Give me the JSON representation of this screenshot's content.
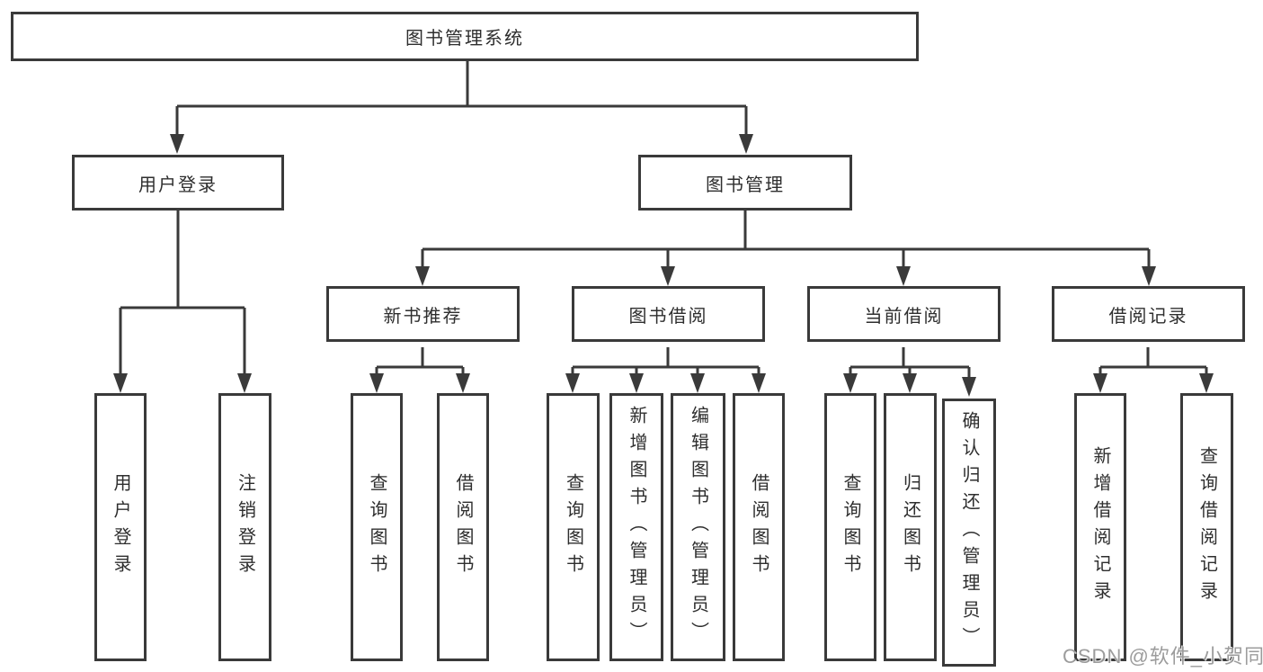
{
  "diagram": {
    "root": "图书管理系统",
    "level2": {
      "user_login": "用户登录",
      "book_management": "图书管理"
    },
    "level3": {
      "new_book_recommend": "新书推荐",
      "book_borrow": "图书借阅",
      "current_borrow": "当前借阅",
      "borrow_record": "借阅记录"
    },
    "leaves": {
      "user_login": [
        "用户登录",
        "注销登录"
      ],
      "new_book_recommend": [
        "查询图书",
        "借阅图书"
      ],
      "book_borrow": [
        "查询图书",
        "新增图书（管理员）",
        "编辑图书（管理员）",
        "借阅图书"
      ],
      "current_borrow": [
        "查询图书",
        "归还图书",
        "确认归还（管理员）"
      ],
      "borrow_record": [
        "新增借阅记录",
        "查询借阅记录"
      ]
    }
  },
  "watermark": "CSDN @软件_小贺同学",
  "colors": {
    "line": "#3a3a3a",
    "box_border": "#3a3a3a",
    "box_fill": "#ffffff",
    "text": "#2e2e2e",
    "watermark": "#949494"
  }
}
